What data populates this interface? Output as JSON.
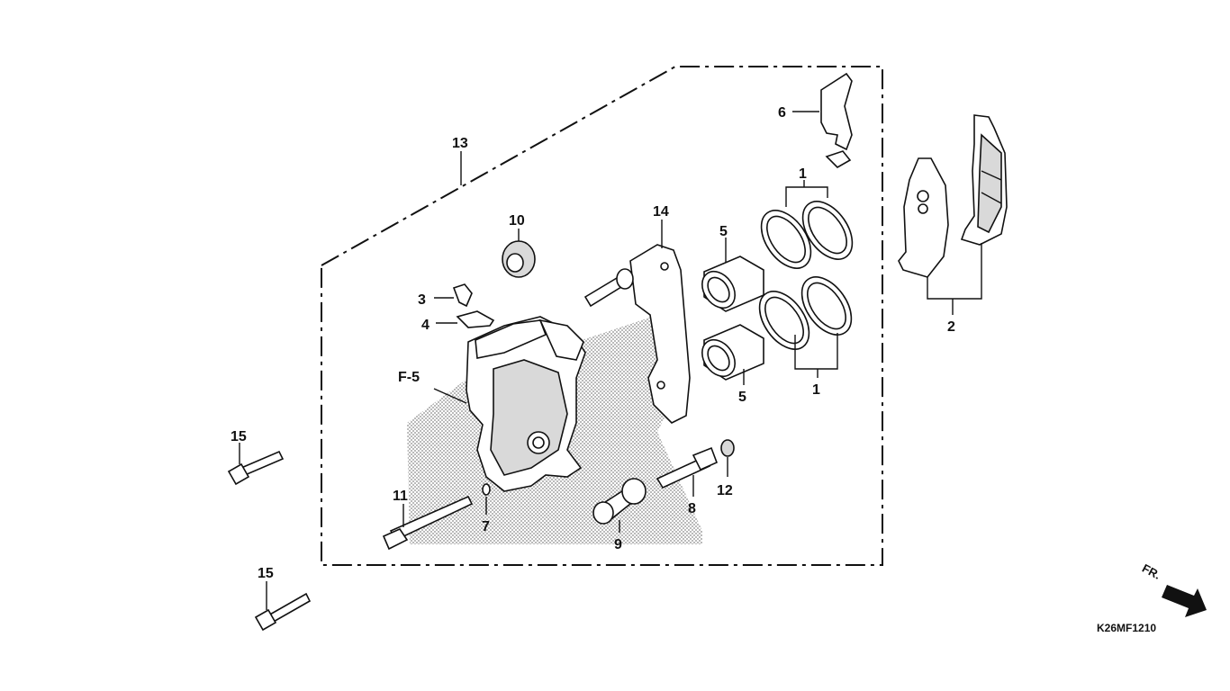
{
  "callouts": {
    "c1a": "1",
    "c1b": "1",
    "c2": "2",
    "c3": "3",
    "c4": "4",
    "c5a": "5",
    "c5b": "5",
    "c6": "6",
    "c7": "7",
    "c8": "8",
    "c9": "9",
    "c10": "10",
    "c11": "11",
    "c12": "12",
    "c13": "13",
    "c14": "14",
    "c15a": "15",
    "c15b": "15"
  },
  "reference": "F-5",
  "direction_label": "FR.",
  "diagram_code": "K26MF1210"
}
